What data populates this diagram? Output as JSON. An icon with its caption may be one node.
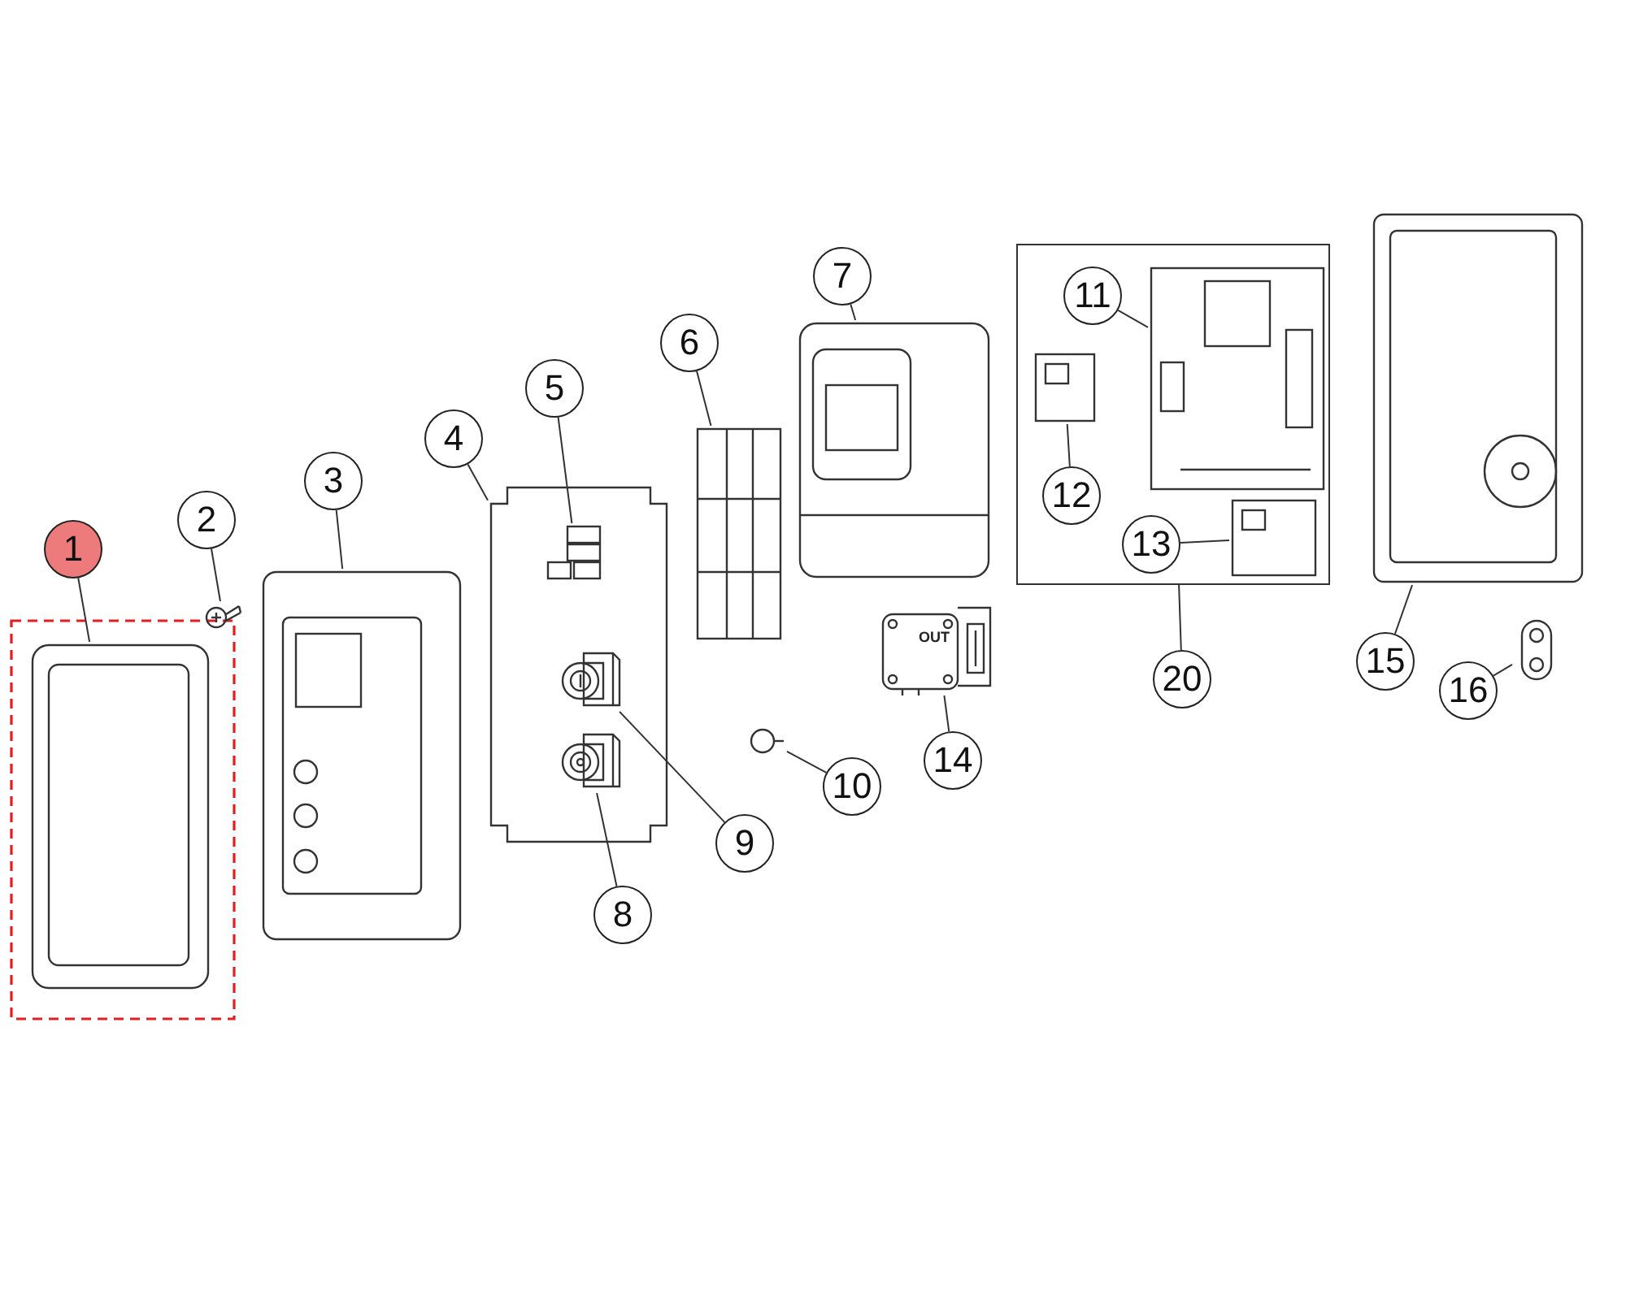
{
  "diagram": {
    "nodes": [
      {
        "text": [
          "1"
        ]
      },
      {
        "text": [
          "2"
        ]
      },
      {
        "text": [
          "3"
        ]
      },
      {
        "text": [
          "4"
        ]
      },
      {
        "text": [
          "5"
        ]
      },
      {
        "text": [
          "6"
        ]
      },
      {
        "text": [
          "7"
        ]
      },
      {
        "text": [
          "8"
        ]
      },
      {
        "text": [
          "9"
        ]
      },
      {
        "text": [
          "10"
        ]
      },
      {
        "text": [],
        "shape": "box"
      },
      {
        "text": [
          "11"
        ],
        "in": 10
      },
      {
        "text": [
          "12"
        ],
        "in": 10
      },
      {
        "text": [
          "13"
        ],
        "in": 10
      },
      {
        "text": [
          "14"
        ]
      },
      {
        "text": [
          "15"
        ]
      },
      {
        "text": [
          "16"
        ]
      },
      {
        "text": [
          "20"
        ]
      },
      {
        "text": [],
        "shape": "picture"
      },
      {
        "text": [],
        "shape": "picture"
      },
      {
        "text": [],
        "shape": "picture"
      },
      {
        "text": [],
        "shape": "picture"
      },
      {
        "text": [],
        "shape": "picture",
        "in": 21
      },
      {
        "text": [],
        "shape": "picture"
      },
      {
        "text": [],
        "shape": "picture"
      },
      {
        "text": [],
        "shape": "picture",
        "in": 21
      },
      {
        "text": [],
        "shape": "picture",
        "in": 21
      },
      {
        "text": [],
        "shape": "picture"
      },
      {
        "text": [],
        "shape": "picture",
        "in": 10
      },
      {
        "text": [],
        "shape": "picture",
        "in": 10
      },
      {
        "text": [],
        "shape": "picture",
        "in": 10
      },
      {
        "text": [],
        "shape": "picture"
      },
      {
        "text": [],
        "shape": "picture"
      },
      {
        "text": [],
        "shape": "picture"
      }
    ],
    "edges": [
      {
        "from": 0,
        "to": 18,
        "arrow": "none"
      },
      {
        "from": 1,
        "to": 19,
        "arrow": "none"
      },
      {
        "from": 2,
        "to": 20,
        "arrow": "none"
      },
      {
        "from": 3,
        "to": 21,
        "arrow": "none"
      },
      {
        "from": 4,
        "to": 22,
        "arrow": "none"
      },
      {
        "from": 5,
        "to": 23,
        "arrow": "none"
      },
      {
        "from": 6,
        "to": 24,
        "arrow": "none"
      },
      {
        "from": 7,
        "to": 25,
        "arrow": "none"
      },
      {
        "from": 8,
        "to": 26,
        "arrow": "none"
      },
      {
        "from": 9,
        "to": 27,
        "arrow": "none"
      },
      {
        "from": 11,
        "to": 28,
        "arrow": "none"
      },
      {
        "from": 12,
        "to": 29,
        "arrow": "none"
      },
      {
        "from": 13,
        "to": 30,
        "arrow": "none"
      },
      {
        "from": 14,
        "to": 31,
        "arrow": "none"
      },
      {
        "from": 15,
        "to": 32,
        "arrow": "none"
      },
      {
        "from": 16,
        "to": 33,
        "arrow": "none"
      },
      {
        "from": 17,
        "to": 10,
        "arrow": "none"
      }
    ],
    "labels": [
      "OUT"
    ]
  }
}
